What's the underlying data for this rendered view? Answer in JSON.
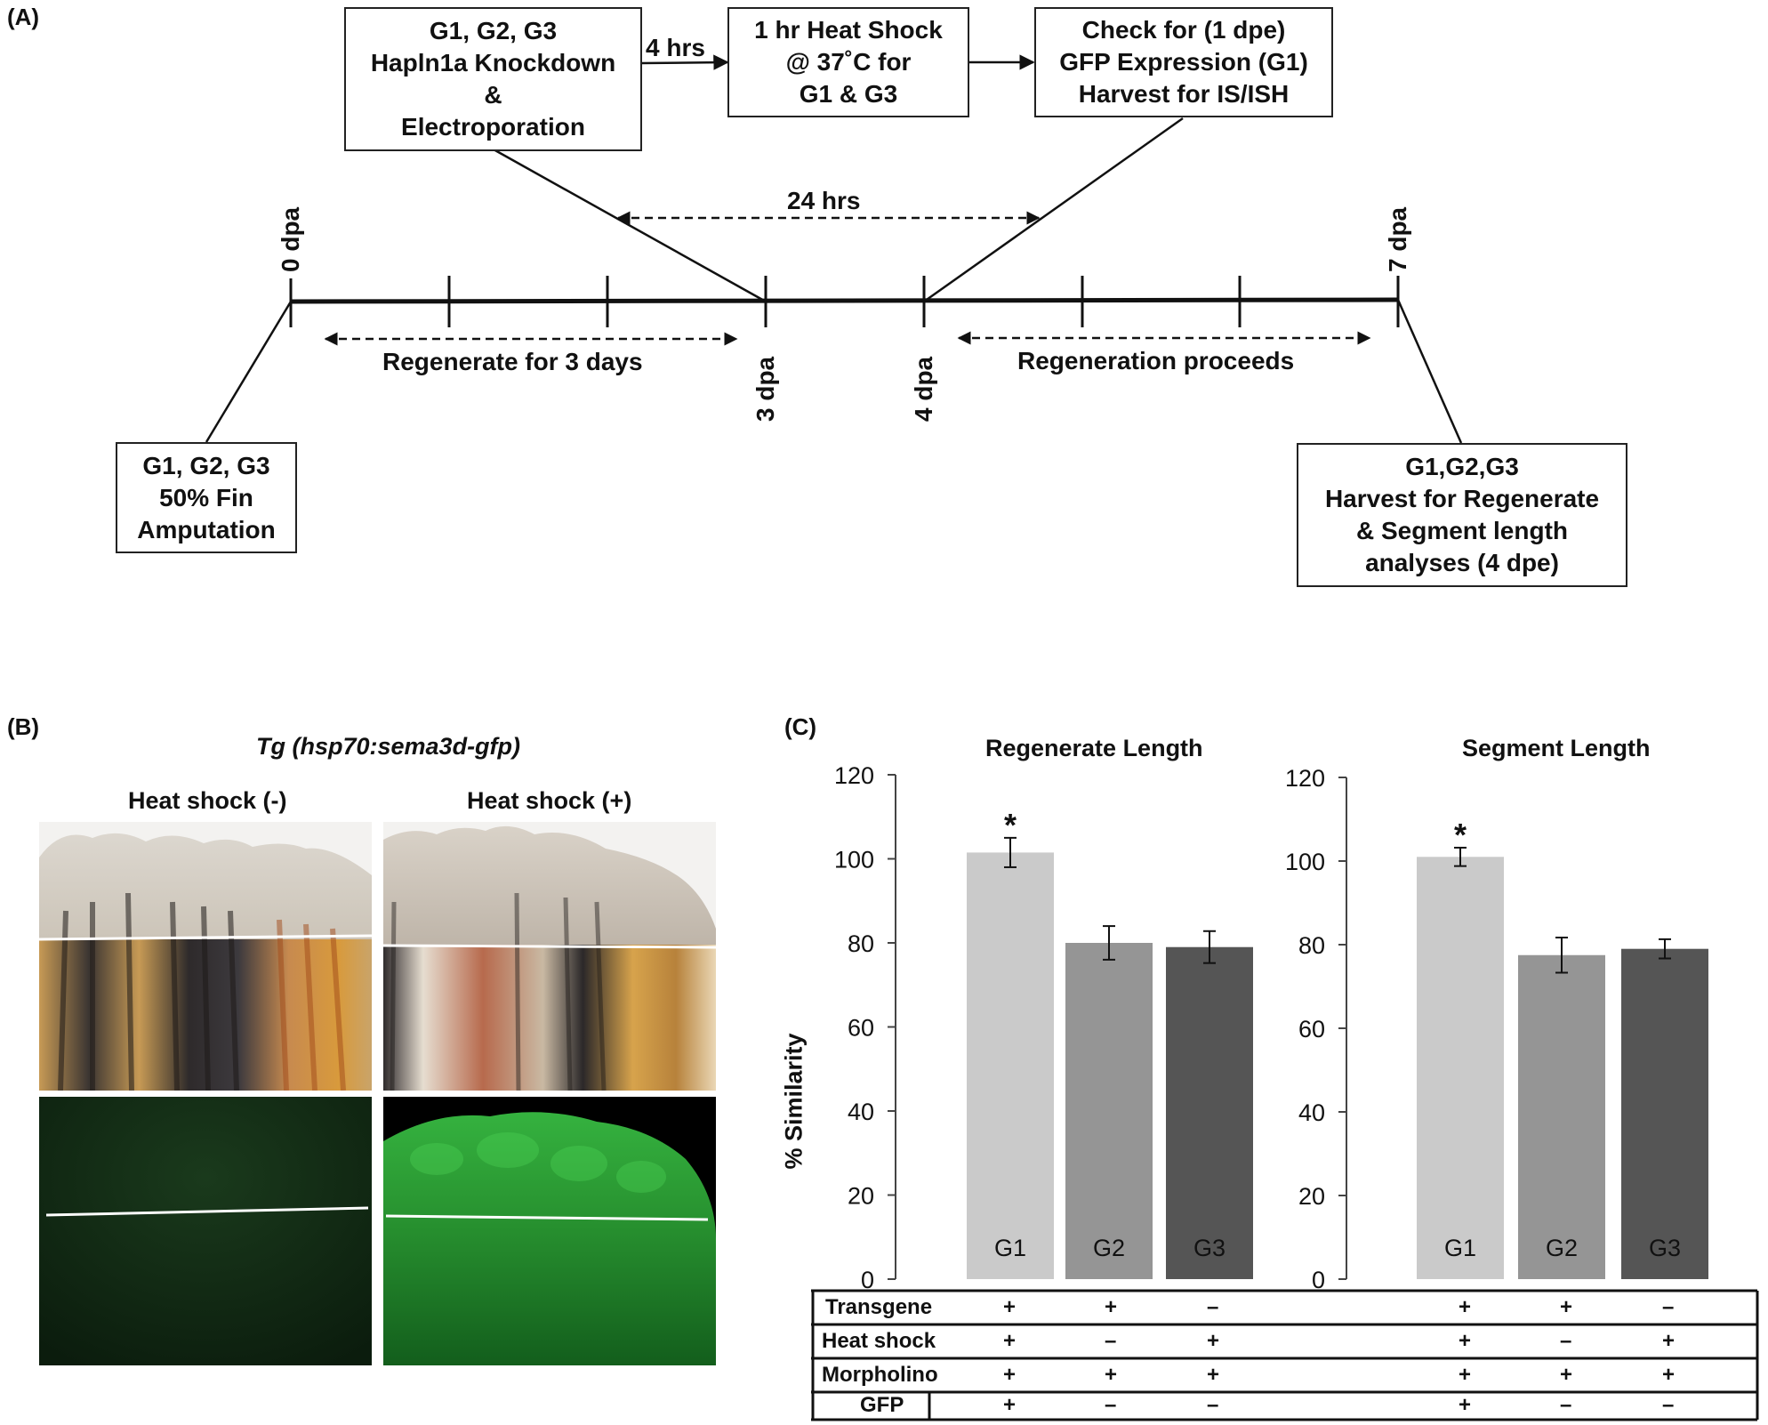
{
  "panel_a": {
    "label": "(A)",
    "boxes": {
      "knockdown": [
        "G1, G2, G3",
        "Hapln1a Knockdown",
        "&",
        "Electroporation"
      ],
      "heatshock": [
        "1 hr Heat Shock",
        "@ 37˚C for",
        "G1 & G3"
      ],
      "check": [
        "Check for (1 dpe)",
        "GFP Expression (G1)",
        "Harvest for IS/ISH"
      ],
      "amputation": [
        "G1, G2, G3",
        "50% Fin",
        "Amputation"
      ],
      "harvest": [
        "G1,G2,G3",
        "Harvest for Regenerate",
        "& Segment length",
        "analyses (4 dpe)"
      ]
    },
    "arrow_4hrs": "4 hrs",
    "span_24hrs": "24 hrs",
    "regenerate_3_days": "Regenerate for 3 days",
    "regeneration_proceeds": "Regeneration proceeds",
    "ticks": {
      "d0": "0 dpa",
      "d3": "3 dpa",
      "d4": "4 dpa",
      "d7": "7 dpa"
    }
  },
  "panel_b": {
    "label": "(B)",
    "title": "Tg (hsp70:sema3d-gfp)",
    "col_minus": "Heat shock (-)",
    "col_plus": "Heat shock (+)"
  },
  "panel_c": {
    "label": "(C)",
    "ylabel": "% Similarity",
    "conditions": {
      "labels": [
        "Transgene",
        "Heat shock",
        "Morpholino",
        "GFP"
      ],
      "regenerate": [
        [
          "+",
          "+",
          "–"
        ],
        [
          "+",
          "–",
          "+"
        ],
        [
          "+",
          "+",
          "+"
        ],
        [
          "+",
          "–",
          "–"
        ]
      ],
      "segment": [
        [
          "+",
          "+",
          "–"
        ],
        [
          "+",
          "–",
          "+"
        ],
        [
          "+",
          "+",
          "+"
        ],
        [
          "+",
          "–",
          "–"
        ]
      ]
    }
  },
  "chart_data": [
    {
      "type": "bar",
      "title": "Regenerate Length",
      "ylabel": "% Similarity",
      "categories": [
        "G1",
        "G2",
        "G3"
      ],
      "values": [
        101.5,
        80,
        79
      ],
      "errors": [
        3.5,
        4,
        3.8
      ],
      "significant": [
        "*",
        "",
        ""
      ],
      "colors": [
        "#cacaca",
        "#959595",
        "#555555"
      ],
      "ylim": [
        0,
        120
      ],
      "yticks": [
        "0",
        "20",
        "40",
        "60",
        "80",
        "100",
        "120"
      ],
      "grid": false
    },
    {
      "type": "bar",
      "title": "Segment Length",
      "ylabel": "% Similarity",
      "categories": [
        "G1",
        "G2",
        "G3"
      ],
      "values": [
        101,
        77.5,
        79
      ],
      "errors": [
        2.2,
        4.2,
        2.3
      ],
      "significant": [
        "*",
        "",
        ""
      ],
      "colors": [
        "#cacaca",
        "#959595",
        "#555555"
      ],
      "ylim": [
        0,
        120
      ],
      "yticks": [
        "0",
        "20",
        "40",
        "60",
        "80",
        "100",
        "120"
      ],
      "grid": false
    }
  ]
}
